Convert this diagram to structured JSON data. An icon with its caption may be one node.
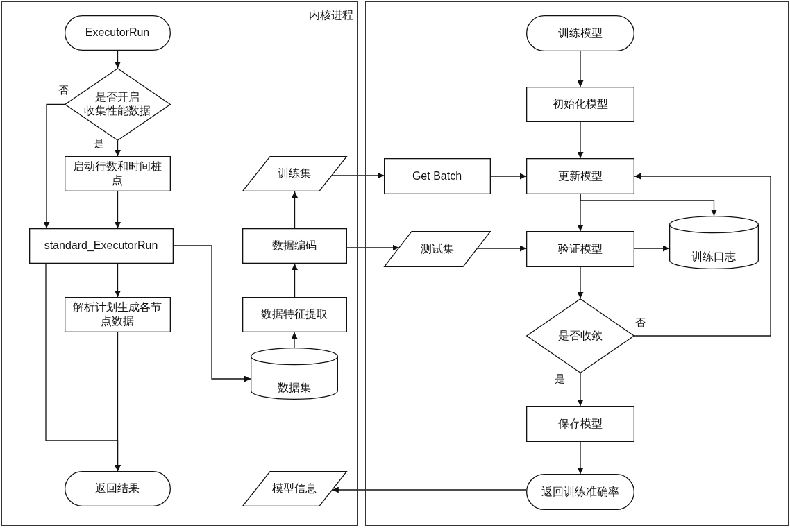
{
  "diagram": {
    "nodes": [
      {
        "text": [
          "内核进程"
        ]
      },
      {
        "text": [
          "ExecutorRun"
        ],
        "in": 0
      },
      {
        "text": [
          "是否开启收集性能数据"
        ],
        "in": 0
      },
      {
        "text": [
          "启动行数和时间桩点"
        ],
        "in": 0
      },
      {
        "text": [
          "standard_ExecutorRun"
        ],
        "in": 0
      },
      {
        "text": [
          "解析计划生成各节点数据"
        ],
        "in": 0
      },
      {
        "text": [
          "返回结果"
        ],
        "in": 0
      },
      {
        "text": [
          "训练集"
        ],
        "in": 0
      },
      {
        "text": [
          "数据编码"
        ],
        "in": 0
      },
      {
        "text": [
          "数据特征提取"
        ],
        "in": 0
      },
      {
        "text": [
          "数据集"
        ],
        "in": 0
      },
      {
        "text": [
          "模型信息"
        ],
        "in": 0
      },
      {
        "text": [],
        "shape": "box"
      },
      {
        "text": [
          "训练模型"
        ],
        "in": 12
      },
      {
        "text": [
          "初始化模型"
        ],
        "in": 12
      },
      {
        "text": [
          "Get Batch"
        ],
        "in": 12
      },
      {
        "text": [
          "更新模型"
        ],
        "in": 12
      },
      {
        "text": [
          "测试集"
        ],
        "in": 12
      },
      {
        "text": [
          "验证模型"
        ],
        "in": 12
      },
      {
        "text": [
          "训练口志"
        ],
        "in": 12
      },
      {
        "text": [
          "是否收敛"
        ],
        "in": 12
      },
      {
        "text": [
          "保存模型"
        ],
        "in": 12
      },
      {
        "text": [
          "返回训练准确率"
        ],
        "in": 12
      }
    ],
    "edges": [
      {
        "from": 1,
        "to": 2,
        "arrow": "to"
      },
      {
        "from": 2,
        "to": 3,
        "arrow": "to",
        "label": "是"
      },
      {
        "from": 2,
        "to": 4,
        "arrow": "to",
        "label": "否"
      },
      {
        "from": 3,
        "to": 4,
        "arrow": "to"
      },
      {
        "from": 4,
        "to": 5,
        "arrow": "to"
      },
      {
        "from": 5,
        "to": 6,
        "arrow": "to"
      },
      {
        "from": 4,
        "to": 6,
        "arrow": "to"
      },
      {
        "from": 4,
        "to": 10,
        "arrow": "to"
      },
      {
        "from": 10,
        "to": 9,
        "arrow": "to"
      },
      {
        "from": 9,
        "to": 8,
        "arrow": "to"
      },
      {
        "from": 8,
        "to": 7,
        "arrow": "to"
      },
      {
        "from": 7,
        "to": 15,
        "arrow": "to"
      },
      {
        "from": 8,
        "to": 17,
        "arrow": "to"
      },
      {
        "from": 15,
        "to": 16,
        "arrow": "to"
      },
      {
        "from": 13,
        "to": 14,
        "arrow": "to"
      },
      {
        "from": 14,
        "to": 16,
        "arrow": "to"
      },
      {
        "from": 16,
        "to": 18,
        "arrow": "to"
      },
      {
        "from": 16,
        "to": 19,
        "arrow": "to"
      },
      {
        "from": 17,
        "to": 18,
        "arrow": "to"
      },
      {
        "from": 18,
        "to": 19,
        "arrow": "to"
      },
      {
        "from": 18,
        "to": 20,
        "arrow": "to"
      },
      {
        "from": 20,
        "to": 16,
        "arrow": "to",
        "label": "否"
      },
      {
        "from": 20,
        "to": 21,
        "arrow": "to",
        "label": "是"
      },
      {
        "from": 21,
        "to": 22,
        "arrow": "to"
      },
      {
        "from": 22,
        "to": 11,
        "arrow": "to"
      }
    ]
  }
}
